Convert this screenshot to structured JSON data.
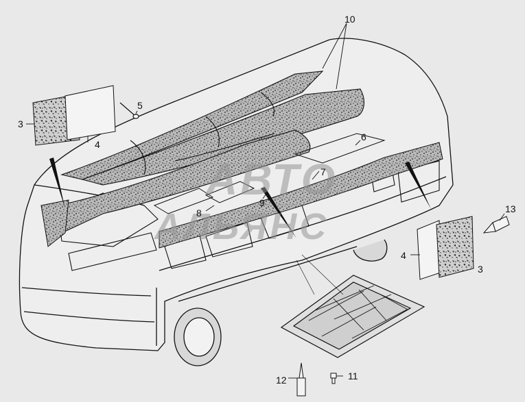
{
  "callouts": {
    "c1": "3",
    "c2": "4",
    "c3": "5",
    "c4": "10",
    "c5": "6",
    "c6": "7",
    "c7": "8",
    "c8": "9",
    "c9": "13",
    "c10": "4",
    "c11": "3",
    "c12": "12",
    "c13": "11"
  },
  "watermark": {
    "line1": "АВТО",
    "line2": "АЛЬЯНС"
  },
  "colors": {
    "background": "#e9e9e9",
    "ink": "#111111",
    "watermark": "#969696"
  }
}
